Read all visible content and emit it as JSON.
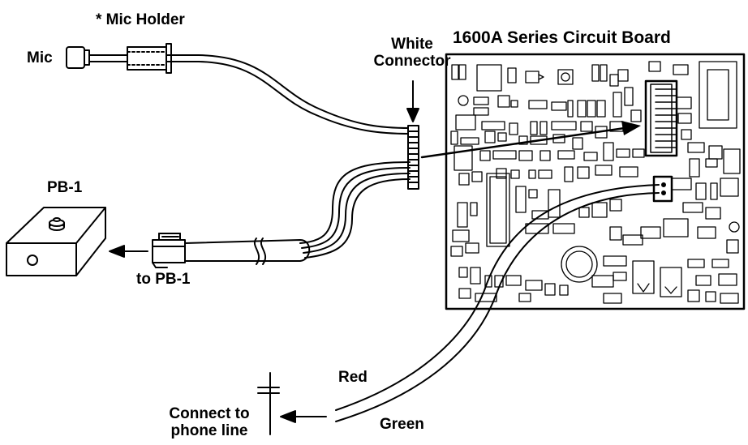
{
  "labels": {
    "mic_holder": "* Mic Holder",
    "mic": "Mic",
    "white_connector_line1": "White",
    "white_connector_line2": "Connector",
    "board_title": "1600A Series Circuit Board",
    "pb1": "PB-1",
    "to_pb1": "to PB-1",
    "red": "Red",
    "green": "Green",
    "connect_line1": "Connect to",
    "connect_line2": "phone line"
  },
  "colors": {
    "ink": "#000000",
    "paper": "#ffffff"
  }
}
